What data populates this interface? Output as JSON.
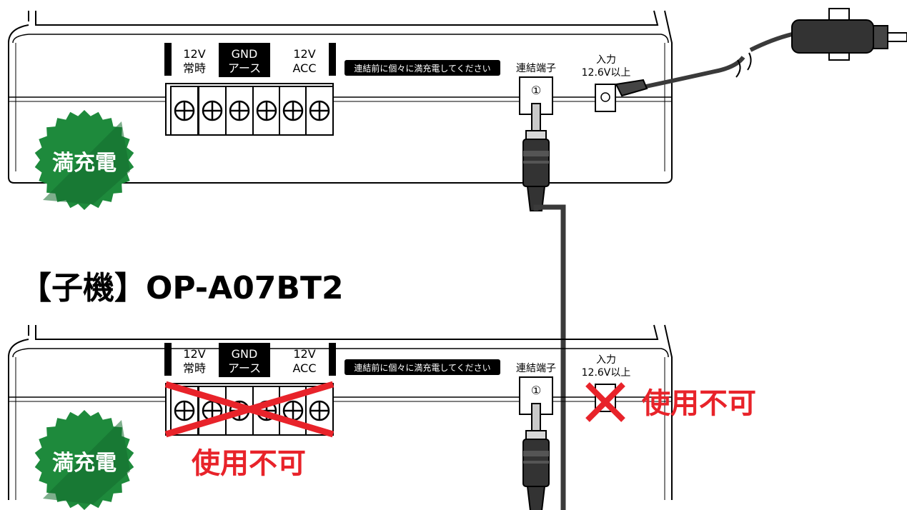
{
  "title": "【子機】OP-A07BT2",
  "units": [
    {
      "badge": "満充電",
      "label_12v_const_a": "12V",
      "label_12v_const_b": "常時",
      "label_gnd_a": "GND",
      "label_gnd_b": "アース",
      "label_acc_a": "12V",
      "label_acc_b": "ACC",
      "notice": "連結前に個々に満充電してください",
      "link_port": "連結端子",
      "input_a": "入力",
      "input_b": "12.6V以上",
      "port_symbol": "①"
    },
    {
      "badge": "満充電",
      "label_12v_const_a": "12V",
      "label_12v_const_b": "常時",
      "label_gnd_a": "GND",
      "label_gnd_b": "アース",
      "label_acc_a": "12V",
      "label_acc_b": "ACC",
      "notice": "連結前に個々に満充電してください",
      "link_port": "連結端子",
      "input_a": "入力",
      "input_b": "12.6V以上",
      "port_symbol": "①",
      "unusable_terminals": "使用不可",
      "unusable_input": "使用不可"
    }
  ],
  "colors": {
    "badge_green": "#1e8a3c",
    "badge_green_dark": "#146b2d",
    "cross_red": "#e8232a",
    "cable": "#3a3a3a"
  },
  "icons": [
    "car-plug-icon",
    "cross-icon",
    "screw-terminal-icon",
    "dc-jack-icon"
  ]
}
